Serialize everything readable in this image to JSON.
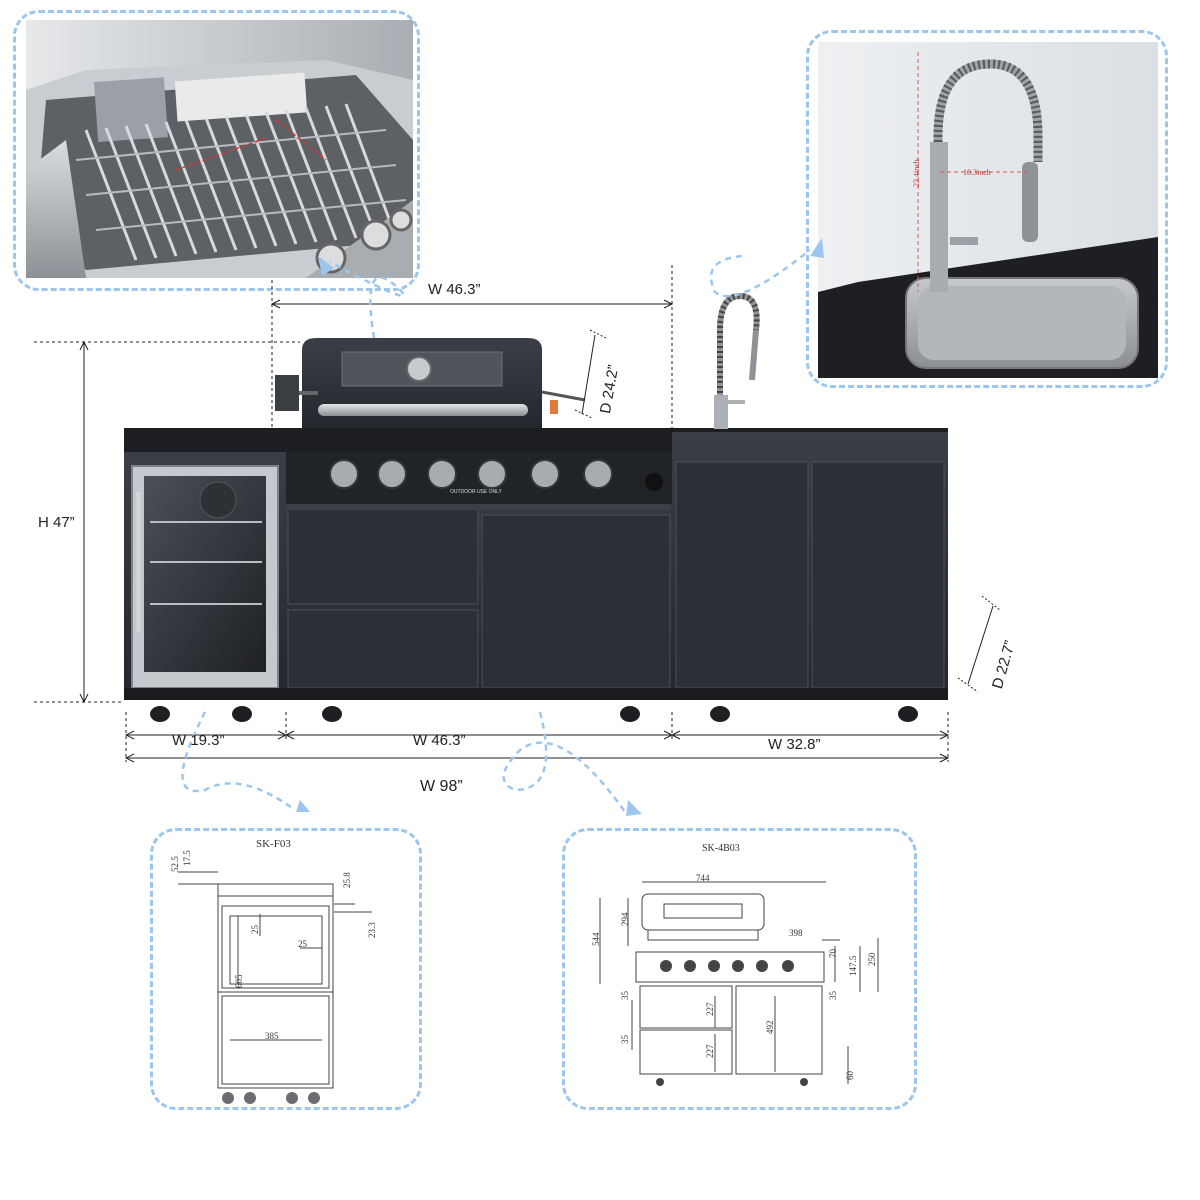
{
  "dimensions": {
    "top_width": "W 46.3”",
    "height": "H 47”",
    "grill_depth": "D 24.2”",
    "cabinet_depth": "D 22.7”",
    "fridge_width": "W 19.3”",
    "grill_width": "W 46.3”",
    "sink_width": "W 32.8”",
    "total_width": "W 98”"
  },
  "grill_panel": {
    "label": "OUTDOOR USE ONLY"
  },
  "faucet_photo": {
    "height_label": "23.4inch",
    "width_label": "10.3inch"
  },
  "fridge_drawing": {
    "model": "SK-F03",
    "dims": [
      "52.5",
      "17.5",
      "25.8",
      "25",
      "23.3",
      "25",
      "605",
      "385"
    ]
  },
  "grill_drawing": {
    "model": "SK-4B03",
    "dims": [
      "744",
      "294",
      "544",
      "398",
      "70",
      "147.5",
      "250",
      "35",
      "227",
      "492",
      "35",
      "35",
      "227",
      "60"
    ]
  },
  "colors": {
    "callout_border": "#9cc6ee",
    "cabinet": "#2a2e35",
    "steel": "#b8bcc0"
  }
}
